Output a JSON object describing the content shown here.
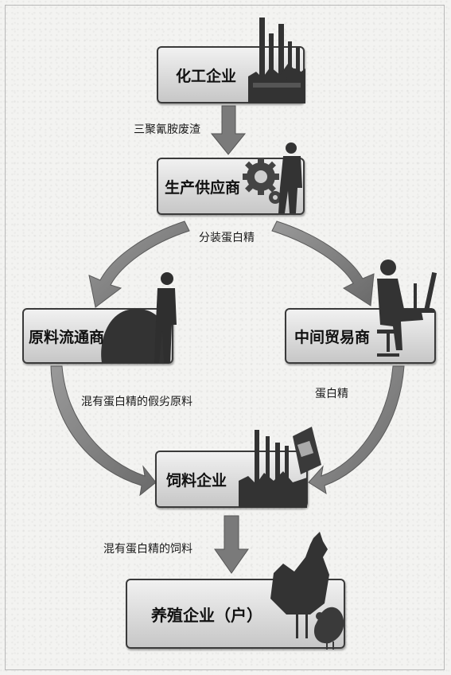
{
  "nodes": {
    "chemical": "化工企业",
    "supplier": "生产供应商",
    "distributor": "原料流通商",
    "trader": "中间贸易商",
    "feed": "饲料企业",
    "farm": "养殖企业（户）"
  },
  "edges": {
    "chemical_to_supplier": "三聚氰胺废渣",
    "supplier_split": "分装蛋白精",
    "distributor_to_feed": "混有蛋白精的假劣原料",
    "trader_to_feed": "蛋白精",
    "feed_to_farm": "混有蛋白精的饲料"
  },
  "colors": {
    "box_top": "#f1f1f1",
    "box_bottom": "#c7c7c7",
    "arrow": "#7a7a7a",
    "silhouette": "#333333"
  }
}
